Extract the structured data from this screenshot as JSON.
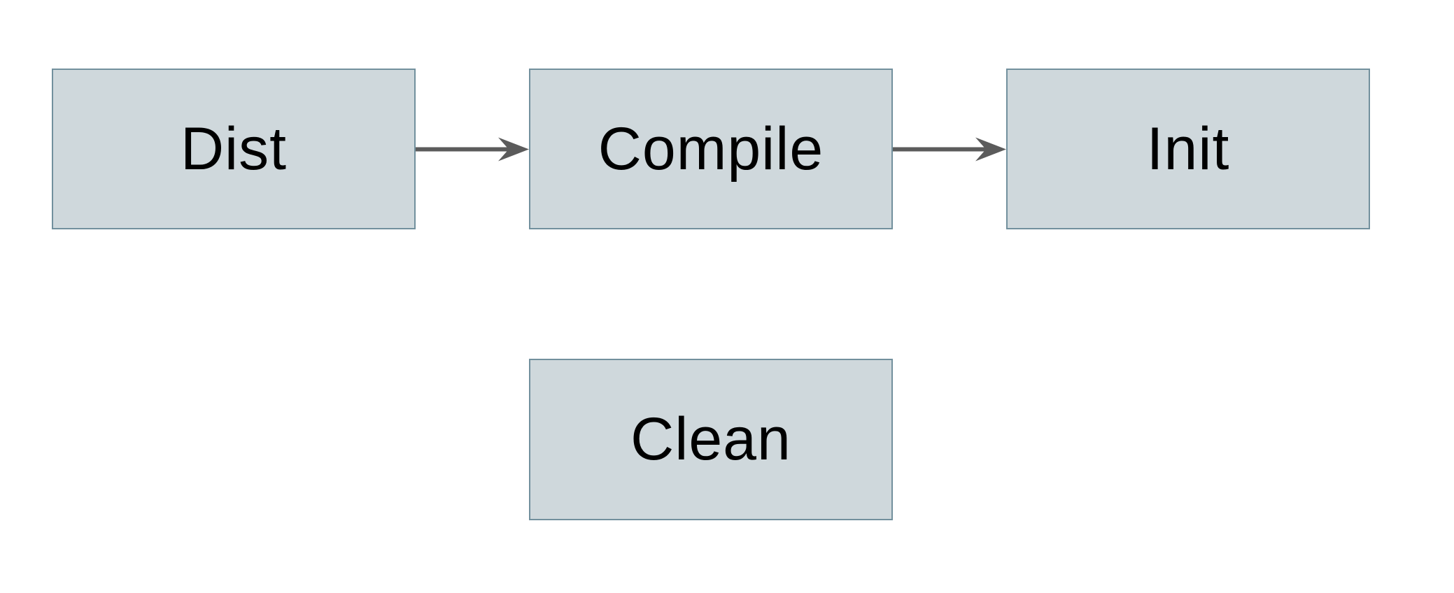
{
  "diagram": {
    "type": "flowchart",
    "nodes": [
      {
        "id": "dist",
        "label": "Dist"
      },
      {
        "id": "compile",
        "label": "Compile"
      },
      {
        "id": "init",
        "label": "Init"
      },
      {
        "id": "clean",
        "label": "Clean"
      }
    ],
    "edges": [
      {
        "from": "dist",
        "to": "compile",
        "direction": "right",
        "style": "solid-barbed-arrow"
      },
      {
        "from": "compile",
        "to": "init",
        "direction": "right",
        "style": "solid-barbed-arrow"
      }
    ],
    "colors": {
      "node_fill": "#cfd8dc",
      "node_border": "#72909d",
      "arrow": "#5b5b5b",
      "text": "#000000",
      "background": "#ffffff"
    }
  }
}
